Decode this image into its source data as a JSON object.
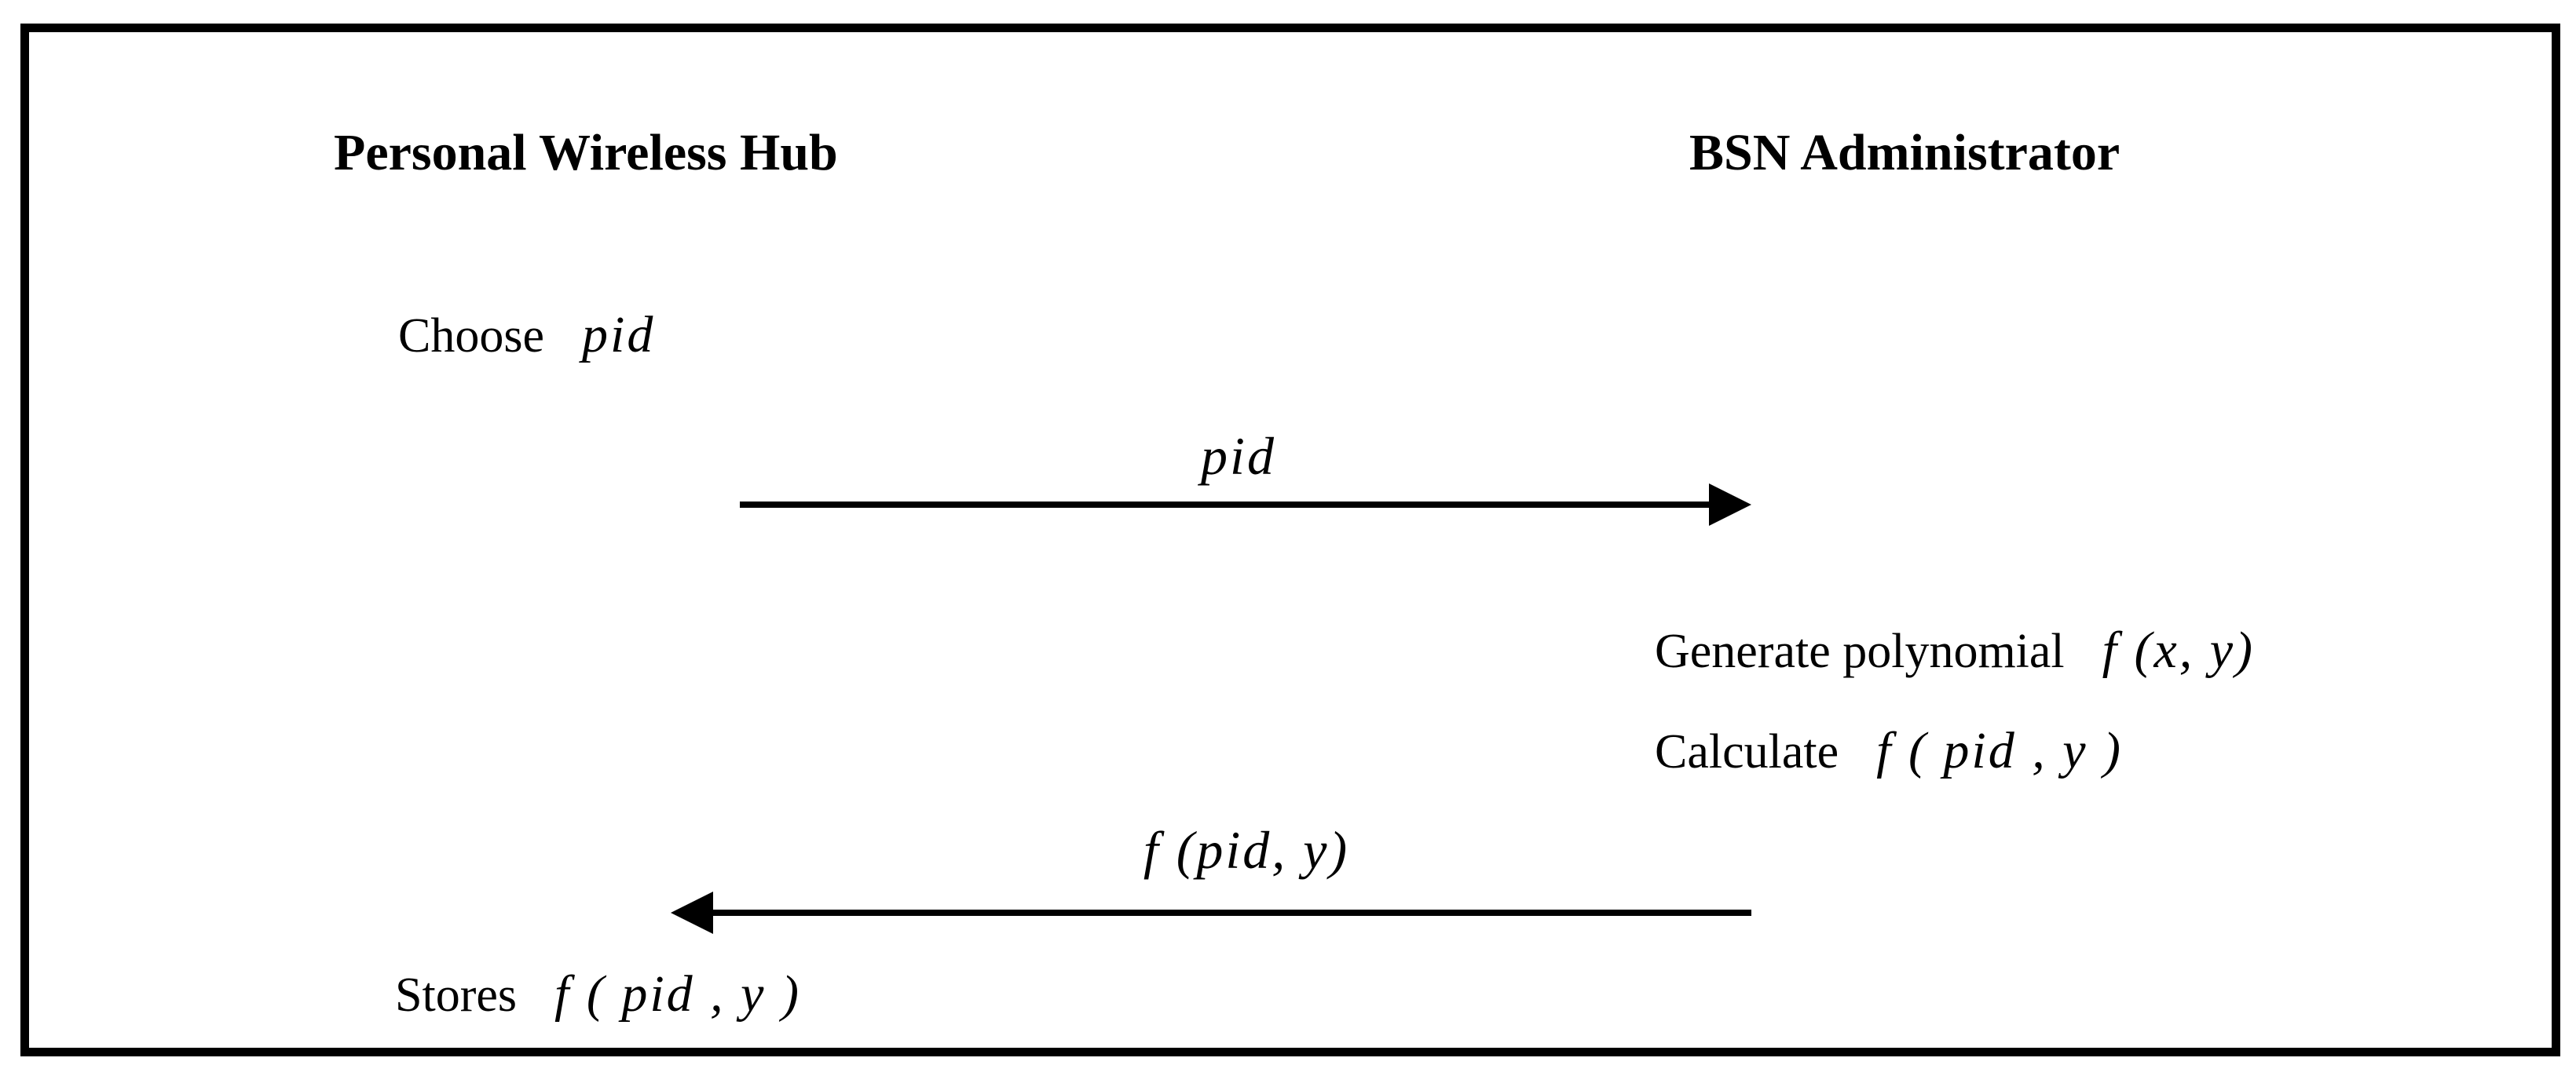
{
  "diagram": {
    "type": "protocol-sequence-diagram",
    "colors": {
      "ink": "#000000",
      "background": "#ffffff"
    },
    "actors": {
      "left": "Personal Wireless Hub",
      "right": "BSN Administrator"
    },
    "notes": {
      "choose": {
        "text": "Choose",
        "math": "pid"
      },
      "generate": {
        "text": "Generate polynomial",
        "math": "f (x, y)"
      },
      "calculate": {
        "text": "Calculate",
        "math": "f ( pid , y )"
      },
      "stores": {
        "text": "Stores",
        "math": "f ( pid , y )"
      }
    },
    "messages": [
      {
        "label": "pid",
        "direction": "right"
      },
      {
        "label": "f (pid, y)",
        "direction": "left"
      }
    ]
  }
}
